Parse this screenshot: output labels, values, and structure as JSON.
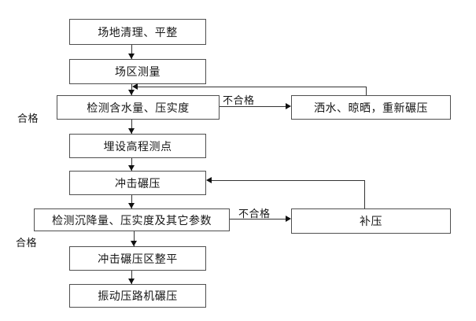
{
  "flowchart": {
    "title": "impact-rolling-construction-process",
    "colors": {
      "background": "#ffffff",
      "box_border": "#4f4f4f",
      "line": "#333333",
      "text": "#161616"
    },
    "nodes": {
      "site_clearing": {
        "label": "场地清理、平整"
      },
      "site_survey": {
        "label": "场区测量"
      },
      "test_moisture": {
        "label": "检测含水量、压实度"
      },
      "embed_elevation": {
        "label": "埋设高程测点"
      },
      "impact_rolling": {
        "label": "冲击碾压"
      },
      "test_settlement": {
        "label": "检测沉降量、压实度及其它参数"
      },
      "impact_leveling": {
        "label": "冲击碾压区整平"
      },
      "vibratory_roll": {
        "label": "振动压路机碾压"
      },
      "rewater_redry": {
        "label": "洒水、晾晒，重新碾压"
      },
      "recompaction": {
        "label": "补压"
      }
    },
    "edge_labels": {
      "qualified_top": "合格",
      "unqualified_top": "不合格",
      "qualified_bottom": "合格",
      "unqualified_bottom": "不合格"
    }
  }
}
